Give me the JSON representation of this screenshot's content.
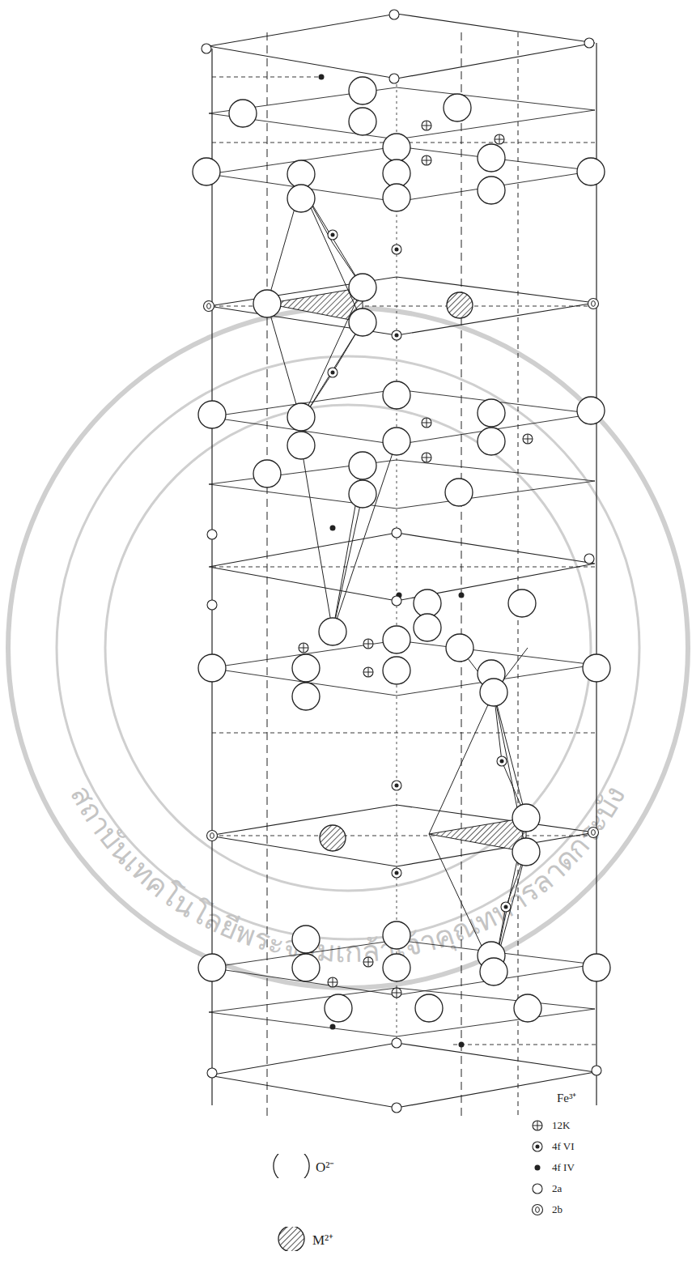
{
  "diagram": {
    "labels": [
      "Fe³⁺",
      "สถาบันเทคโนโลยีพระจอมเกล้าเจ้าคุณทหารลาดกระบัง"
    ],
    "legend": [
      {
        "text": "O²⁻"
      },
      {
        "text": "M²⁺"
      },
      {
        "text": "12K"
      },
      {
        "text": "4f VI"
      },
      {
        "text": "4f IV"
      },
      {
        "text": "2a"
      },
      {
        "text": "2b"
      }
    ]
  }
}
